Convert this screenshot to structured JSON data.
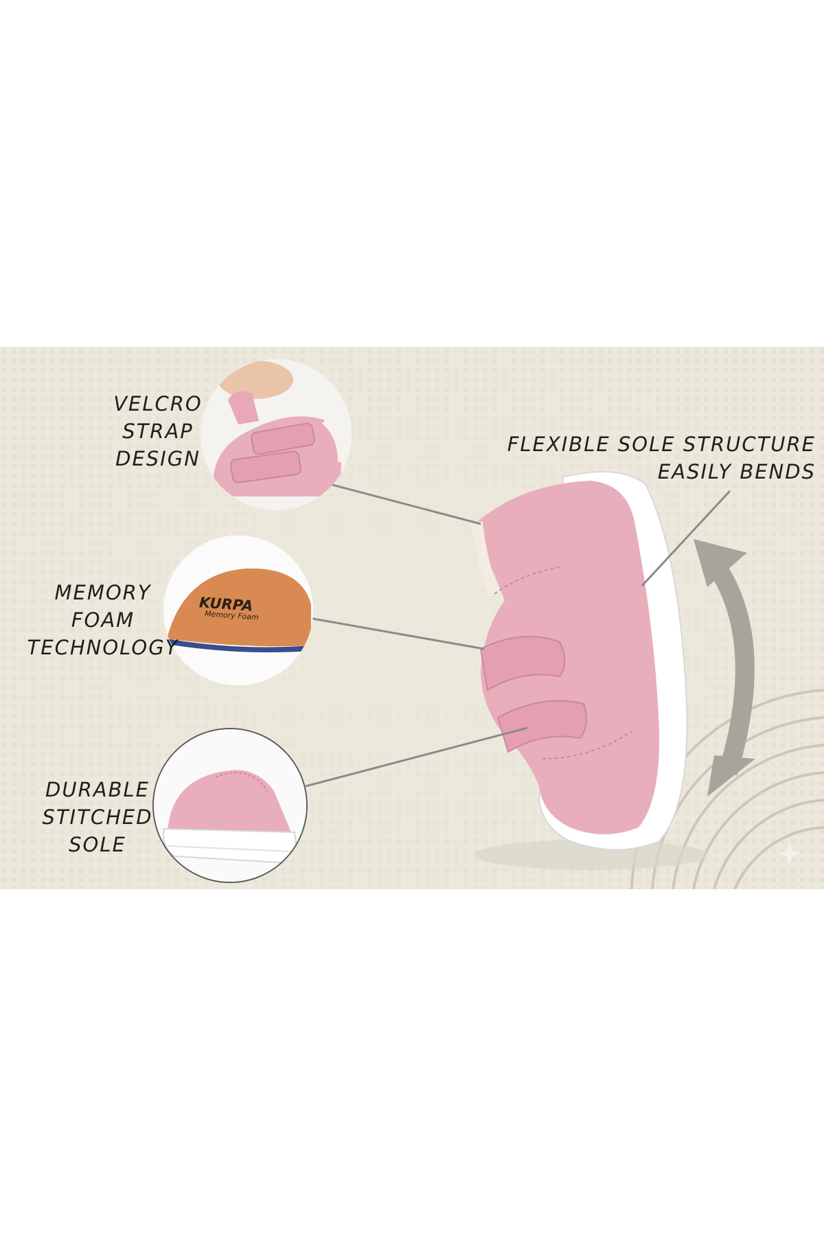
{
  "features": {
    "velcro": {
      "lines": [
        "VELCRO",
        "STRAP",
        "DESIGN"
      ]
    },
    "memory_foam": {
      "lines": [
        "MEMORY",
        "FOAM",
        "TECHNOLOGY"
      ]
    },
    "durable_sole": {
      "lines": [
        "DURABLE",
        "STITCHED",
        "SOLE"
      ]
    },
    "flexible_sole": {
      "lines": [
        "FLEXIBLE SOLE STRUCTURE",
        "EASILY BENDS"
      ]
    }
  },
  "insole": {
    "brand": "KURPA",
    "subtitle": "Memory Foam"
  },
  "colors": {
    "background": "#ece9dc",
    "shoe_pink": "#e8aebb",
    "sole_white": "#ffffff",
    "arrow_grey": "#a8a49b",
    "insole_orange": "#d98a52"
  },
  "icons": [
    "bend-arrow-icon",
    "sparkle-icon"
  ]
}
